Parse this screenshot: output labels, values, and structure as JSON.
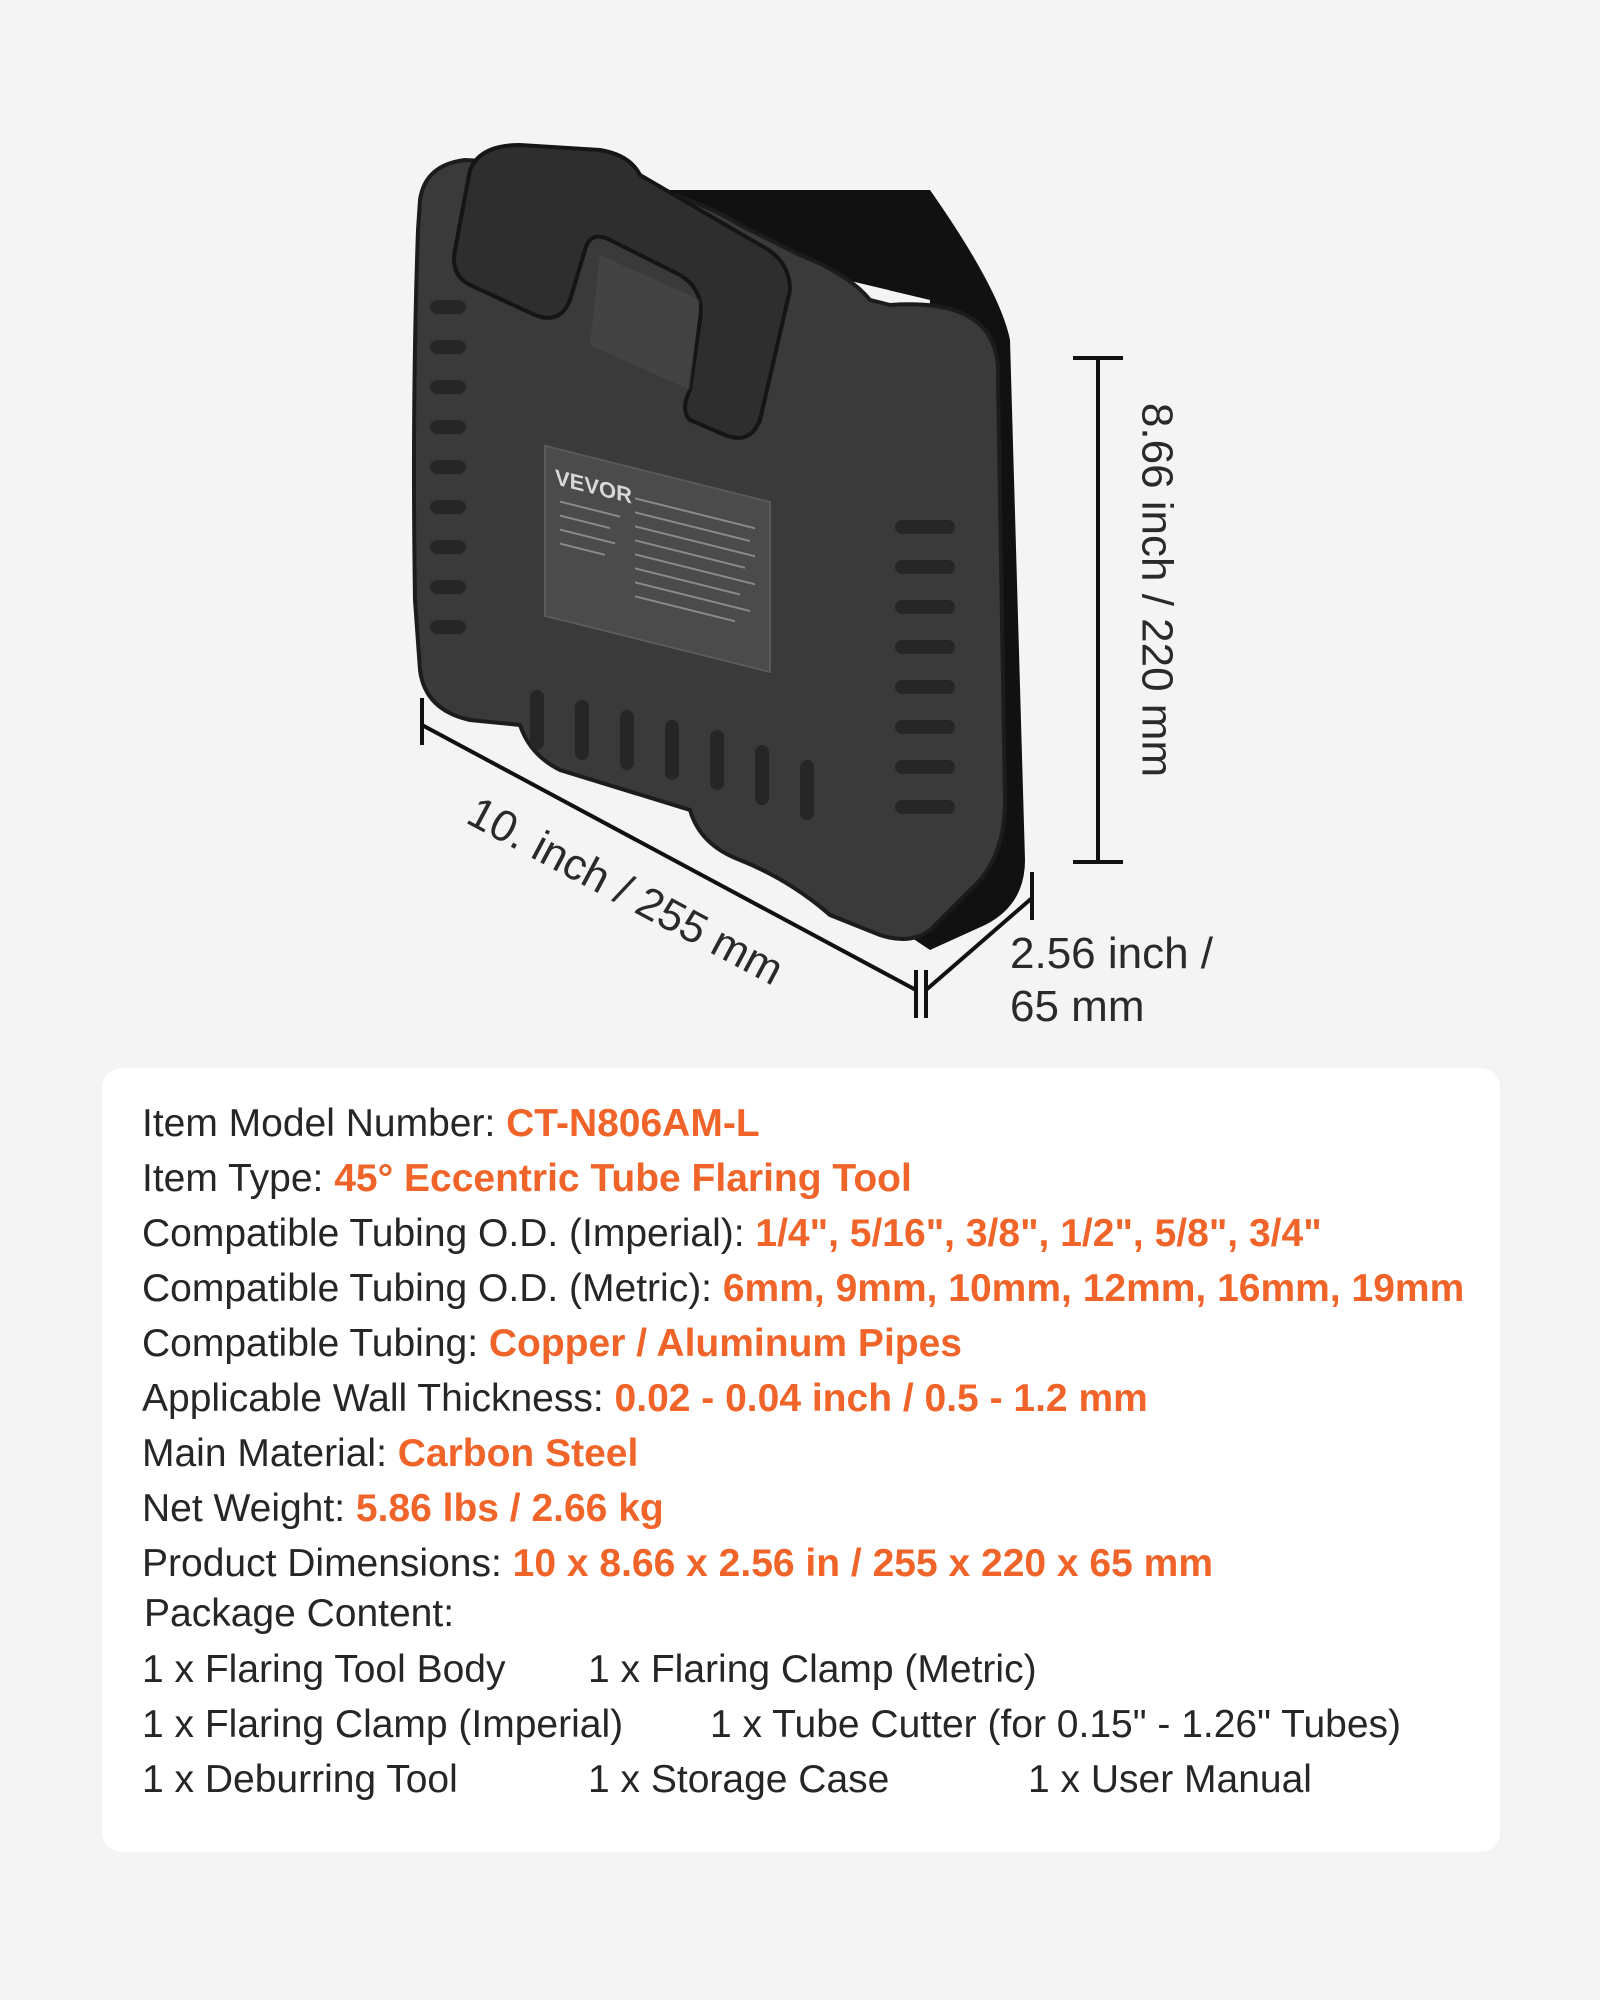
{
  "product": {
    "brand": "VEVOR",
    "dimension_labels": {
      "height": "8.66 inch  / 220 mm",
      "width": "10. inch  / 255 mm",
      "depth_line1": "2.56 inch /",
      "depth_line2": "65 mm"
    }
  },
  "specs": [
    {
      "label": "Item Model Number: ",
      "value": "CT-N806AM-L"
    },
    {
      "label": "Item Type: ",
      "value": "45° Eccentric Tube Flaring Tool"
    },
    {
      "label": "Compatible Tubing O.D. (Imperial): ",
      "value": "1/4\", 5/16\", 3/8\", 1/2\", 5/8\", 3/4\""
    },
    {
      "label": "Compatible Tubing O.D. (Metric): ",
      "value": "6mm, 9mm, 10mm, 12mm, 16mm, 19mm"
    },
    {
      "label": "Compatible Tubing: ",
      "value": "Copper / Aluminum Pipes"
    },
    {
      "label": "Applicable Wall Thickness: ",
      "value": "0.02 - 0.04 inch / 0.5 - 1.2 mm"
    },
    {
      "label": "Main Material: ",
      "value": "Carbon Steel"
    },
    {
      "label": "Net Weight: ",
      "value": "5.86 lbs / 2.66 kg"
    },
    {
      "label": "Product Dimensions: ",
      "value": "10 x 8.66 x 2.56 in / 255 x 220 x 65  mm"
    }
  ],
  "package": {
    "heading": "Package Content:",
    "items": [
      "1 x Flaring Tool Body",
      "1 x Flaring Clamp (Metric)",
      "1 x Flaring Clamp (Imperial)",
      "1 x Tube Cutter (for 0.15\" - 1.26\" Tubes)",
      "1 x Deburring Tool",
      "1 x Storage Case",
      "1 x User Manual"
    ]
  },
  "colors": {
    "accent": "#f0642a",
    "text": "#262626",
    "background": "#f4f4f4",
    "case": "#3a3a3a"
  }
}
